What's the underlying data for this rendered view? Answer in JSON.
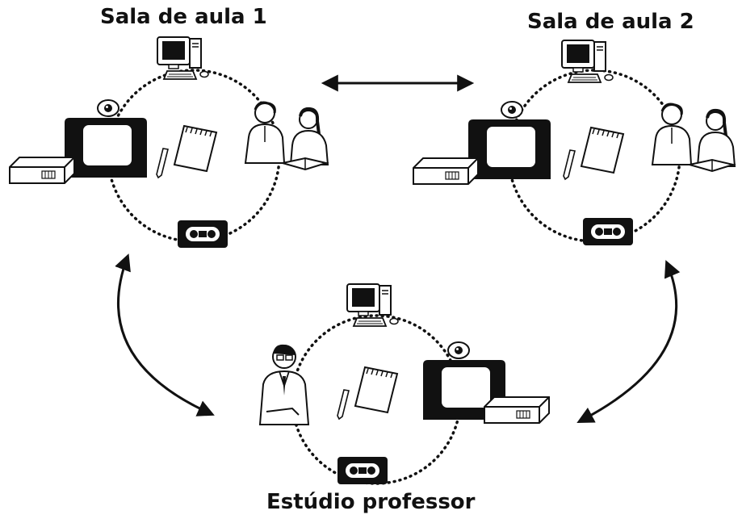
{
  "labels": {
    "classroom_1": "Sala de aula 1",
    "classroom_2": "Sala de aula 2",
    "studio": "Estúdio professor"
  },
  "colors": {
    "ink": "#111111",
    "fill": "#ffffff",
    "screen": "#111111"
  }
}
